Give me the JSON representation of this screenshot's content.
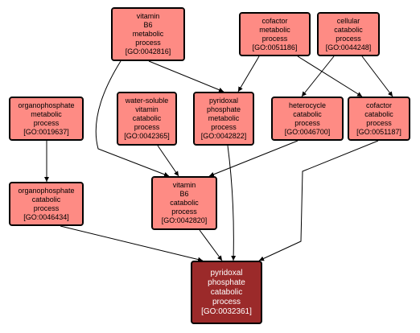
{
  "nodes": [
    {
      "id": "GO:0042816",
      "lines": [
        "vitamin",
        "B6",
        "metabolic",
        "process",
        "[GO:0042816]"
      ]
    },
    {
      "id": "GO:0051186",
      "lines": [
        "cofactor",
        "metabolic",
        "process",
        "[GO:0051186]"
      ]
    },
    {
      "id": "GO:0044248",
      "lines": [
        "cellular",
        "catabolic",
        "process",
        "[GO:0044248]"
      ]
    },
    {
      "id": "GO:0019637",
      "lines": [
        "organophosphate",
        "metabolic",
        "process",
        "[GO:0019637]"
      ]
    },
    {
      "id": "GO:0042365",
      "lines": [
        "water-soluble",
        "vitamin",
        "catabolic",
        "process",
        "[GO:0042365]"
      ]
    },
    {
      "id": "GO:0042822",
      "lines": [
        "pyridoxal",
        "phosphate",
        "metabolic",
        "process",
        "[GO:0042822]"
      ]
    },
    {
      "id": "GO:0046700",
      "lines": [
        "heterocycle",
        "catabolic",
        "process",
        "[GO:0046700]"
      ]
    },
    {
      "id": "GO:0051187",
      "lines": [
        "cofactor",
        "catabolic",
        "process",
        "[GO:0051187]"
      ]
    },
    {
      "id": "GO:0046434",
      "lines": [
        "organophosphate",
        "catabolic",
        "process",
        "[GO:0046434]"
      ]
    },
    {
      "id": "GO:0042820",
      "lines": [
        "vitamin",
        "B6",
        "catabolic",
        "process",
        "[GO:0042820]"
      ]
    },
    {
      "id": "GO:0032361",
      "lines": [
        "pyridoxal",
        "phosphate",
        "catabolic",
        "process",
        "[GO:0032361]"
      ],
      "highlight": true
    }
  ],
  "edges": [
    [
      "GO:0042816",
      "GO:0042822"
    ],
    [
      "GO:0042816",
      "GO:0042820"
    ],
    [
      "GO:0051186",
      "GO:0042822"
    ],
    [
      "GO:0051186",
      "GO:0051187"
    ],
    [
      "GO:0044248",
      "GO:0046700"
    ],
    [
      "GO:0044248",
      "GO:0051187"
    ],
    [
      "GO:0019637",
      "GO:0046434"
    ],
    [
      "GO:0042365",
      "GO:0042820"
    ],
    [
      "GO:0046700",
      "GO:0042820"
    ],
    [
      "GO:0042822",
      "GO:0032361"
    ],
    [
      "GO:0046434",
      "GO:0032361"
    ],
    [
      "GO:0042820",
      "GO:0032361"
    ],
    [
      "GO:0051187",
      "GO:0032361"
    ]
  ],
  "colors": {
    "node_fill": "#fe8b84",
    "target_fill": "#9b2a2a",
    "edge": "#000000"
  }
}
